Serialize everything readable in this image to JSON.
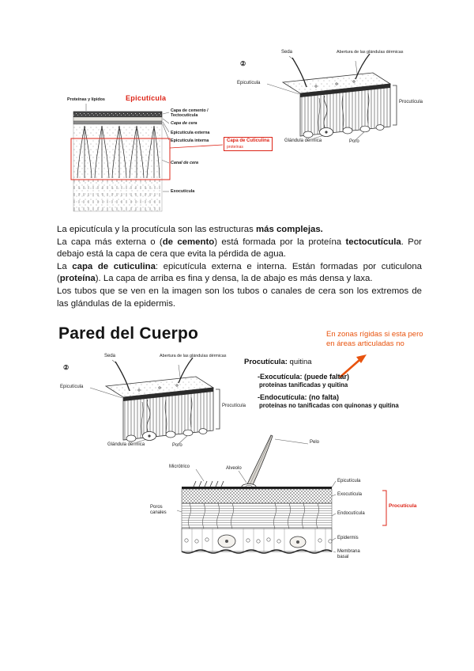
{
  "colors": {
    "red_accent": "#dd2417",
    "note_orange": "#e8530e",
    "ink": "#1a1a1a"
  },
  "cuticle_figure": {
    "number": "②",
    "seda": "Seda",
    "abertura": "Abertura de las glándulas dérmicas",
    "epicuticula": "Epicutícula",
    "procuticula": "Procutícula",
    "glandula": "Glándula dérmica",
    "poro": "Poro"
  },
  "epicuticle_figure": {
    "title": "Epicutícula",
    "proteinas": "Proteínas y lípidos",
    "cemento": "Capa de cemento / Tectocutícula",
    "cera": "Capa de cera",
    "externa": "Epicutícula externa",
    "interna": "Epicutícula interna",
    "cuticulina": "Capa de Cuticulina",
    "cuticulina_sub": "proteínas",
    "canal": "Canal de cera",
    "exocuticula": "Exocutícula"
  },
  "paragraphs": {
    "p1": [
      "La epicutícula y la procutícula son las estructuras ",
      "más complejas."
    ],
    "p2": [
      "La capa más externa o (",
      "de cemento",
      ") está formada por la proteína ",
      "tectocutícula",
      ". Por debajo está la capa de cera que evita la pérdida de agua."
    ],
    "p3": [
      "La ",
      "capa de cuticulina",
      ": epicutícula externa e interna. Están formadas por cuticulona (",
      "proteína",
      "). La capa de arriba es fina y densa, la de abajo es más densa y laxa."
    ],
    "p4": [
      "Los tubos que se ven en la imagen son los tubos o canales de cera son los extremos de las glándulas de la epidermis."
    ]
  },
  "section2": {
    "title": "Pared del Cuerpo",
    "note": "En zonas rígidas si esta pero en áreas articuladas no",
    "info": {
      "procuticula_label": "Procutícula:",
      "procuticula_value": " quitina",
      "exocuticula": "-Exocutícula: (puede faltar)",
      "exocuticula_desc": "proteínas tanificadas y quitina",
      "endocuticula": "-Endocutícula: (no falta)",
      "endocuticula_desc": "proteínas no tanificadas con quinonas y quitina"
    }
  },
  "wall_figure": {
    "pelo": "Pelo",
    "microtrico": "Micrótrico",
    "alveolo": "Alveolo",
    "epicuticula": "Epicutícula",
    "exocuticula": "Exocutícula",
    "endocuticula": "Endocutícula",
    "procuticula": "Procutícula",
    "poros_canales": "Poros canales",
    "epidermis": "Epidermis",
    "membrana_basal": "Membrana basal"
  }
}
